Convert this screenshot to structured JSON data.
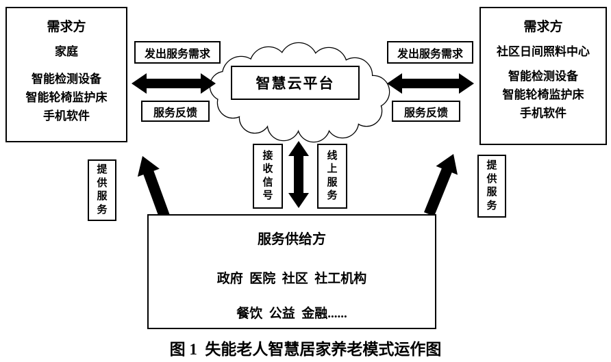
{
  "caption": "图 1  失能老人智慧居家养老模式运作图",
  "left_demand": {
    "title": "需求方",
    "subtitle": "家庭",
    "lines": [
      "智能检测设备",
      "智能轮椅监护床",
      "手机软件"
    ]
  },
  "right_demand": {
    "title": "需求方",
    "subtitle": "社区日间照料中心",
    "lines": [
      "智能检测设备",
      "智能轮椅监护床",
      "手机软件"
    ]
  },
  "cloud": {
    "label": "智慧云平台"
  },
  "labels": {
    "request_left": "发出服务需求",
    "feedback_left": "服务反馈",
    "request_right": "发出服务需求",
    "feedback_right": "服务反馈",
    "receive_signal": "接收信号",
    "online_service": "线上服务",
    "provide_service_left": "提供服务",
    "provide_service_right": "提供服务"
  },
  "supplier": {
    "title": "服务供给方",
    "line1": "政府  医院  社区  社工机构",
    "line2": "餐饮  公益  金融......"
  },
  "colors": {
    "ink": "#000000",
    "background": "#ffffff"
  }
}
